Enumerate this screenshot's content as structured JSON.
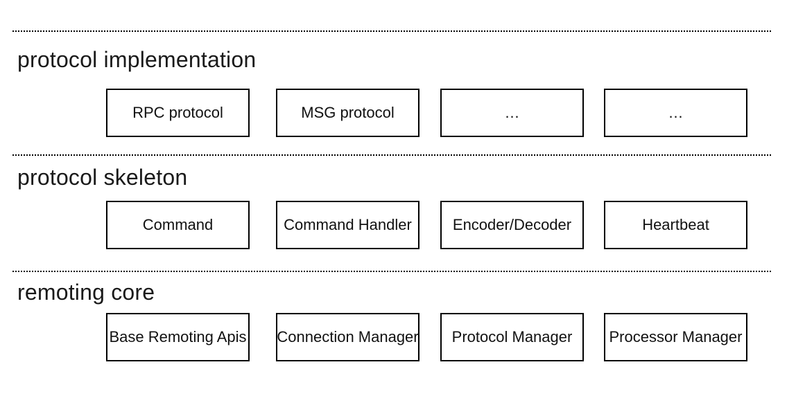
{
  "diagram": {
    "colors": {
      "background": "#ffffff",
      "box_border": "#000000",
      "text": "#1a1a1a",
      "divider": "#000000"
    },
    "layers": [
      {
        "title": "protocol implementation",
        "boxes": [
          "RPC protocol",
          "MSG protocol",
          "…",
          "…"
        ]
      },
      {
        "title": "protocol skeleton",
        "boxes": [
          "Command",
          "Command Handler",
          "Encoder/Decoder",
          "Heartbeat"
        ]
      },
      {
        "title": "remoting core",
        "boxes": [
          "Base Remoting Apis",
          "Connection Manager",
          "Protocol Manager",
          "Processor Manager"
        ]
      }
    ]
  }
}
